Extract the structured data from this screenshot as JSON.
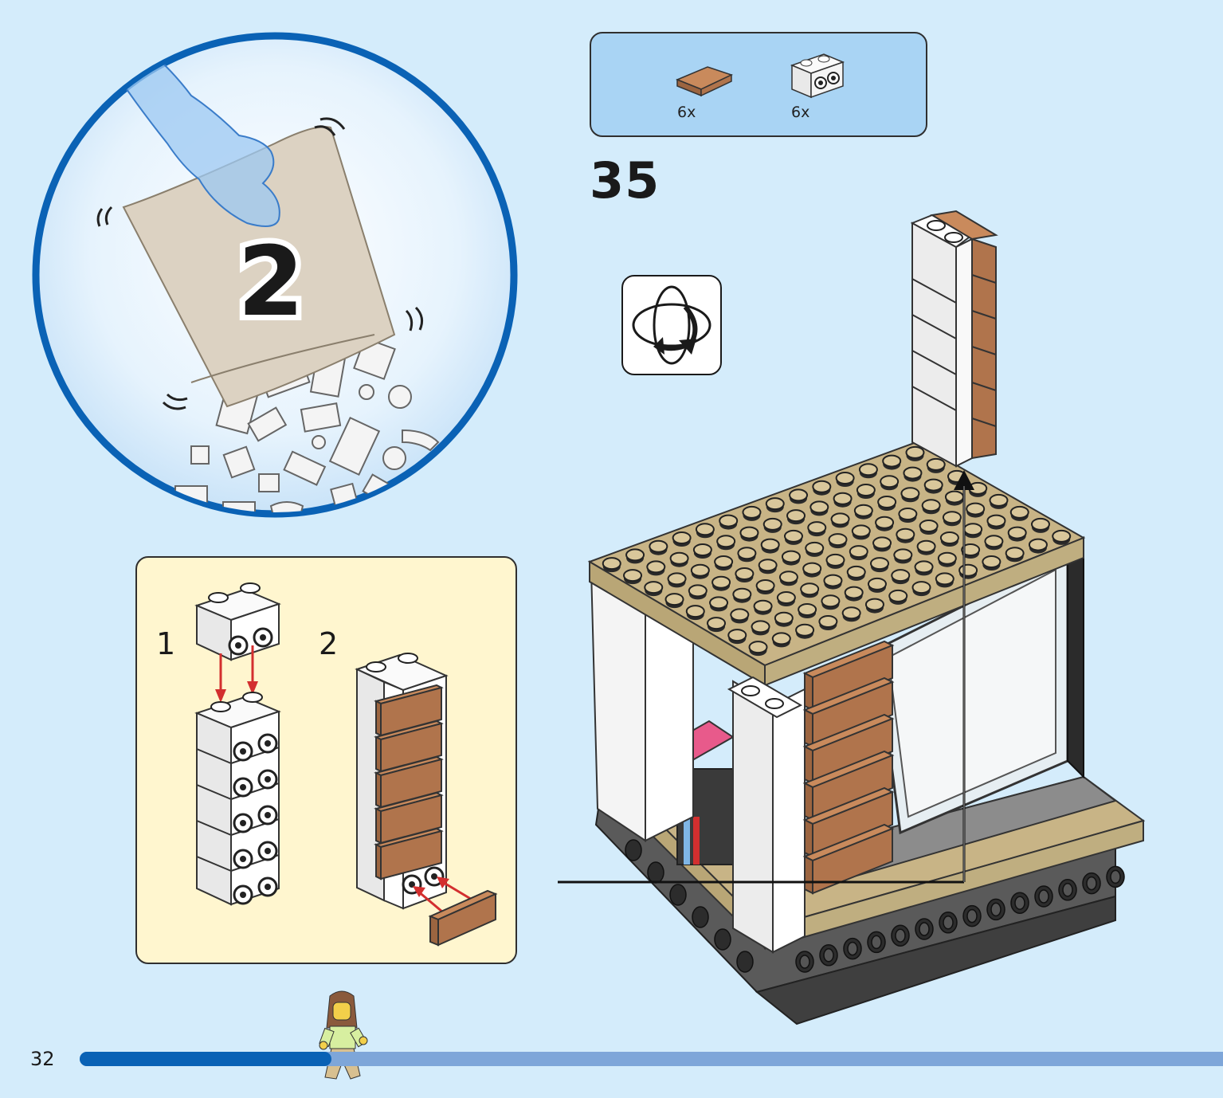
{
  "page": {
    "number": "32"
  },
  "bag": {
    "number": "2"
  },
  "parts_list": {
    "items": [
      {
        "name": "tile-1x2-medium-nougat",
        "quantity": "6x",
        "color": "#b0744c"
      },
      {
        "name": "brick-1x2-with-side-studs-white",
        "quantity": "6x",
        "color": "#f4f4f4"
      }
    ]
  },
  "step": {
    "number": "35"
  },
  "rotate": {
    "icon": "rotate-model-icon"
  },
  "sub_assembly": {
    "steps": [
      {
        "number": "1"
      },
      {
        "number": "2"
      }
    ]
  },
  "progress": {
    "fraction": 0.22
  },
  "colors": {
    "background": "#d4ecfb",
    "accent_blue": "#0a62b5",
    "progress_remaining": "#7ea6d9",
    "callout_bg": "#fff6cf",
    "parts_bg": "#a9d4f4",
    "tan": "#c8b486",
    "nougat": "#b0744c",
    "arrow_red": "#d32f2f"
  }
}
